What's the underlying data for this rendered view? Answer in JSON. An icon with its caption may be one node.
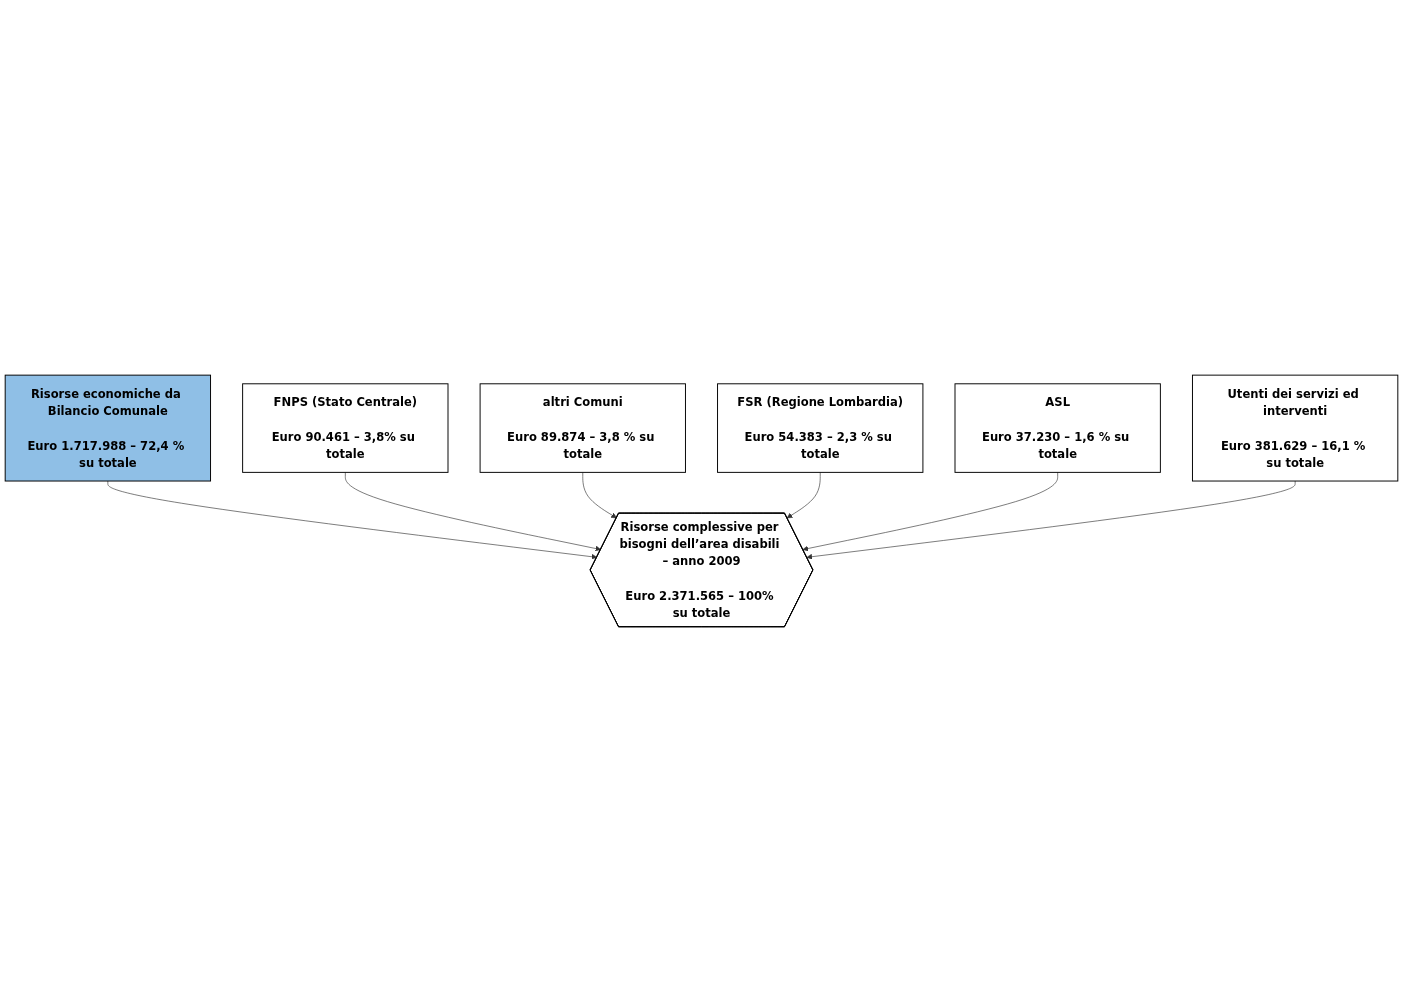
{
  "diagram": {
    "nodes": [
      {
        "text": [
          "Risorse economiche da Bilancio Comunale",
          "Euro 1.717.988 – 72,4 % su totale"
        ]
      },
      {
        "text": [
          "FNPS (Stato Centrale)",
          "Euro 90.461 – 3,8% su totale"
        ]
      },
      {
        "text": [
          "altri Comuni",
          "Euro 89.874 – 3,8 % su totale"
        ]
      },
      {
        "text": [
          "Risorse complessive per bisogni dell’area disabili – anno 2009",
          "Euro 2.371.565 – 100% su totale"
        ]
      },
      {
        "text": [
          "FSR (Regione Lombardia)",
          "Euro 54.383 – 2,3 % su totale"
        ]
      },
      {
        "text": [
          "ASL",
          "Euro 37.230 – 1,6 % su totale"
        ]
      },
      {
        "text": [
          "Utenti dei servizi ed interventi",
          "Euro 381.629 – 16,1 % su totale"
        ]
      }
    ],
    "edges": [
      {
        "from": 0,
        "to": 3,
        "arrow": "to"
      },
      {
        "from": 1,
        "to": 3,
        "arrow": "to"
      },
      {
        "from": 2,
        "to": 3,
        "arrow": "to"
      },
      {
        "from": 4,
        "to": 3,
        "arrow": "to"
      },
      {
        "from": 5,
        "to": 3,
        "arrow": "to"
      },
      {
        "from": 6,
        "to": 3,
        "arrow": "to"
      }
    ]
  }
}
